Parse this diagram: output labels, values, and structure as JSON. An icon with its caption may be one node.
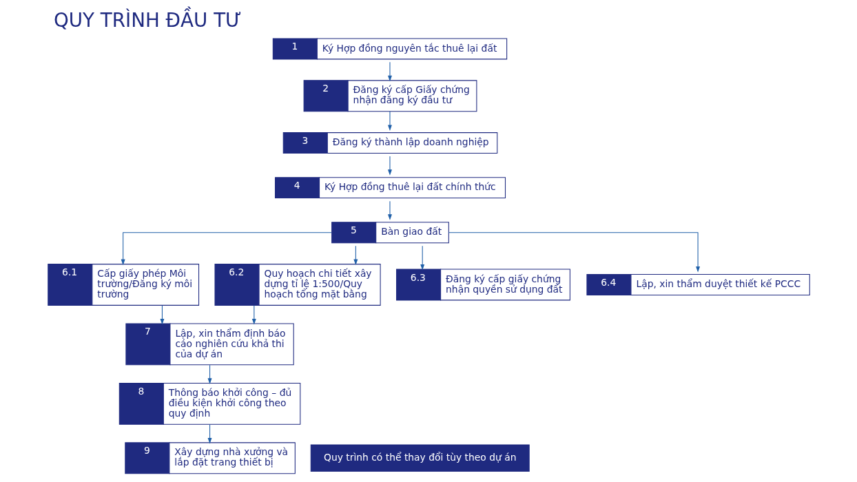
{
  "diagram": {
    "title": "QUY TRÌNH ĐẦU TƯ",
    "nodes": [
      {
        "text": [
          "1",
          "Ký Hợp đồng nguyên tắc thuê lại đất"
        ]
      },
      {
        "text": [
          "2",
          "Đăng ký cấp Giấy chứng nhận đăng ký đầu tư"
        ]
      },
      {
        "text": [
          "3",
          "Đăng ký thành lập doanh nghiệp"
        ]
      },
      {
        "text": [
          "4",
          "Ký Hợp đồng thuê lại đất chính thức"
        ]
      },
      {
        "text": [
          "5",
          "Bàn giao đất"
        ]
      },
      {
        "text": [
          "6.1",
          "Cấp giấy phép Môi trường/Đăng ký môi trường"
        ]
      },
      {
        "text": [
          "6.2",
          "Quy hoạch chi tiết xây dựng tỉ lệ 1:500/Quy hoạch tổng mặt bằng"
        ]
      },
      {
        "text": [
          "6.3",
          "Đăng ký cấp giấy chứng nhận quyền sử dụng đất"
        ]
      },
      {
        "text": [
          "6.4",
          "Lập, xin thẩm duyệt thiết kế PCCC"
        ]
      },
      {
        "text": [
          "7",
          "Lập, xin thẩm định báo cáo nghiên cứu khả thi của dự án"
        ]
      },
      {
        "text": [
          "8",
          "Thông báo khởi công – đủ điều kiện khởi công theo quy định"
        ]
      },
      {
        "text": [
          "9",
          "Xây dựng nhà xưởng và lắp đặt trang thiết bị"
        ]
      }
    ],
    "edges": [
      {
        "from": 0,
        "to": 1,
        "arrow": "to"
      },
      {
        "from": 1,
        "to": 2,
        "arrow": "to"
      },
      {
        "from": 2,
        "to": 3,
        "arrow": "to"
      },
      {
        "from": 3,
        "to": 4,
        "arrow": "to"
      },
      {
        "from": 4,
        "to": 5,
        "arrow": "to"
      },
      {
        "from": 4,
        "to": 6,
        "arrow": "to"
      },
      {
        "from": 4,
        "to": 7,
        "arrow": "to"
      },
      {
        "from": 4,
        "to": 8,
        "arrow": "to"
      },
      {
        "from": 5,
        "to": 9,
        "arrow": "to"
      },
      {
        "from": 6,
        "to": 9,
        "arrow": "to"
      },
      {
        "from": 9,
        "to": 10,
        "arrow": "to"
      },
      {
        "from": 10,
        "to": 11,
        "arrow": "to"
      }
    ],
    "labels": [
      "Quy trình có thể thay đổi tùy theo dự án"
    ]
  }
}
